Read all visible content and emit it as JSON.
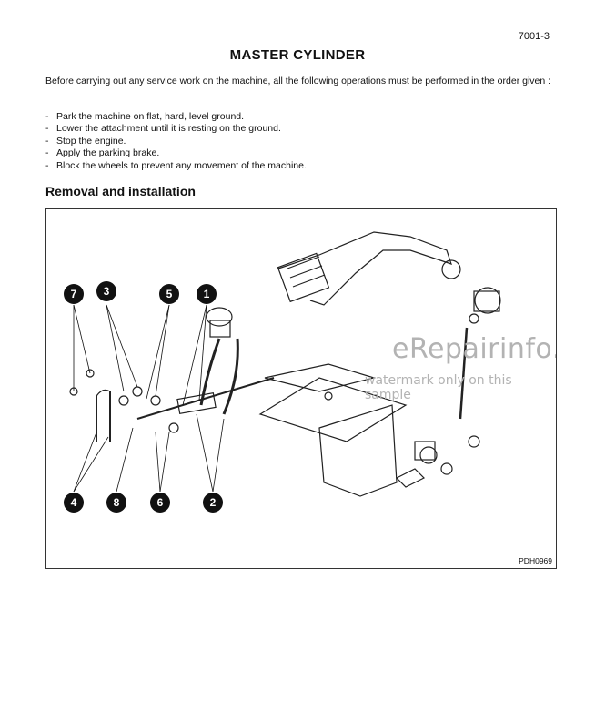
{
  "page_number": "7001-3",
  "title": "MASTER CYLINDER",
  "intro": "Before carrying out any service work on the machine, all the following operations must be performed in the order given :",
  "steps": [
    "Park the machine on flat, hard, level ground.",
    "Lower the attachment until it is resting on the ground.",
    "Stop the engine.",
    "Apply the parking brake.",
    "Block the wheels to prevent any movement of the machine."
  ],
  "step_marker": "-",
  "section_heading": "Removal and installation",
  "figure": {
    "reference": "PDH0969",
    "callouts_top": [
      "7",
      "3",
      "5",
      "1"
    ],
    "callouts_bottom": [
      "4",
      "8",
      "6",
      "2"
    ],
    "watermark": "eRepairinfo.com",
    "watermark_note": "watermark only on this sample"
  }
}
